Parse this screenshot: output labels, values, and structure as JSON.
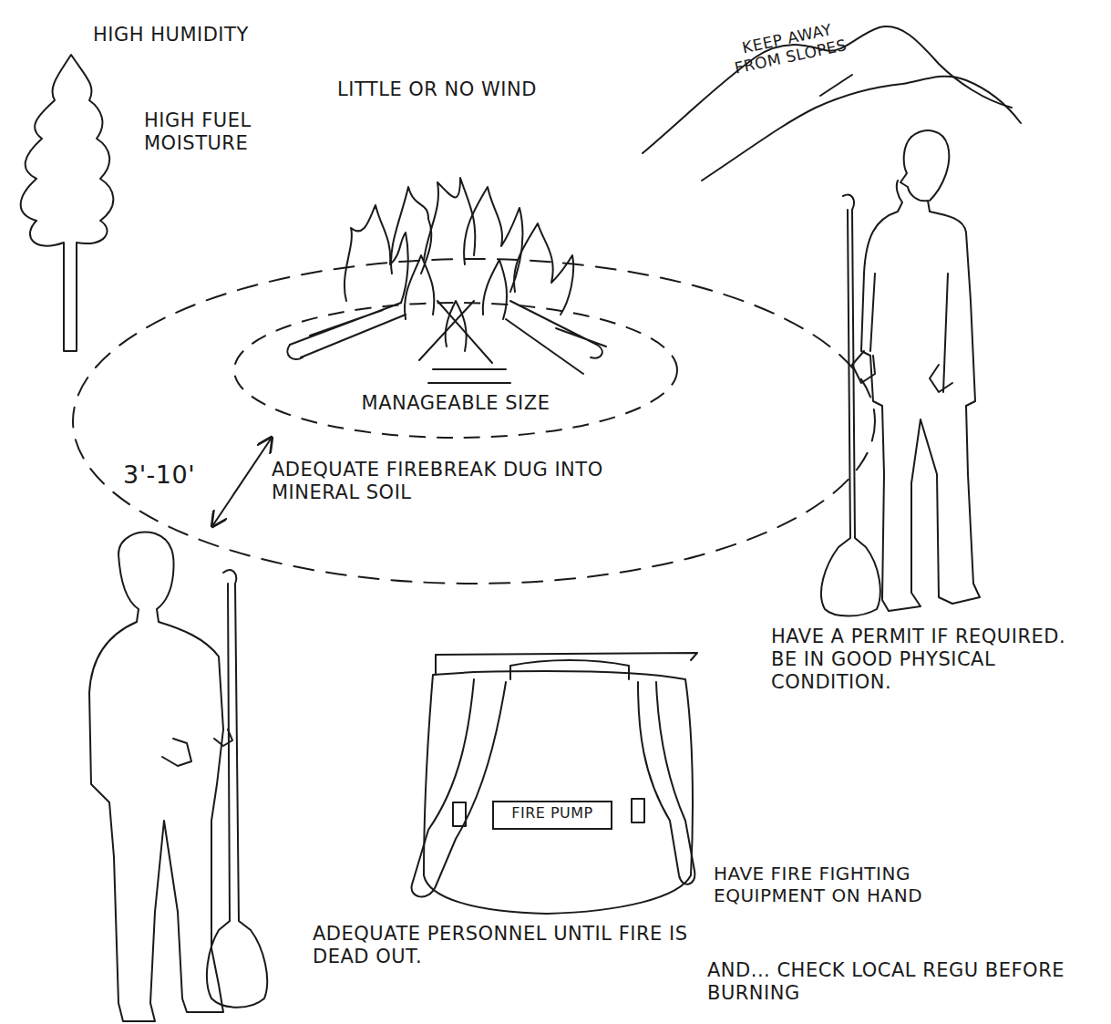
{
  "diagram": {
    "nodes": [
      {
        "text": [
          "MANAGEABLE SIZE"
        ]
      },
      {
        "text": [
          "FIRE PUMP"
        ]
      }
    ],
    "labels": [
      "HIGH HUMIDITY",
      "HIGH FUEL MOISTURE",
      "LITTLE OR NO WIND",
      "KEEP AWAY FROM SLOPES",
      "3'-10'",
      "ADEQUATE FIREBREAK DUG INTO MINERAL SOIL",
      "HAVE A PERMIT IF REQUIRED. BE IN GOOD PHYSICAL CONDITION.",
      "HAVE FIRE FIGHTING EQUIPMENT ON HAND",
      "ADEQUATE PERSONNEL UNTIL FIRE IS DEAD OUT.",
      "AND... CHECK LOCAL REGU BEFORE BURNING"
    ]
  }
}
